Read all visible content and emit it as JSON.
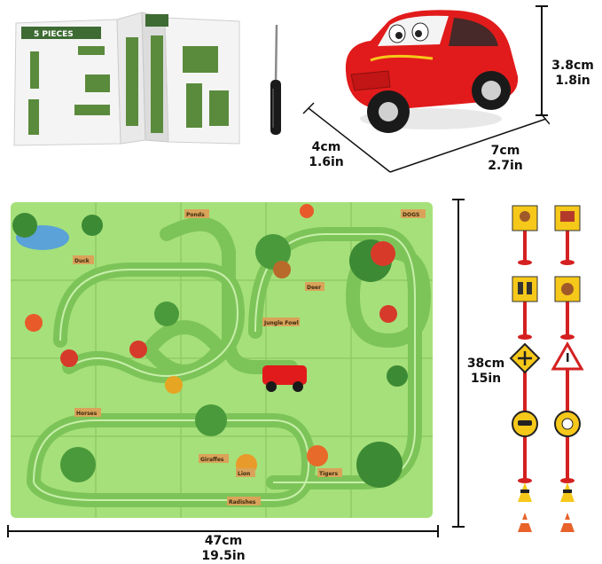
{
  "booklet": {
    "title": "5 PIECES"
  },
  "car": {
    "height": {
      "metric": "3.8cm",
      "imperial": "1.8in"
    },
    "width": {
      "metric": "4cm",
      "imperial": "1.6in"
    },
    "length": {
      "metric": "7cm",
      "imperial": "2.7in"
    }
  },
  "mat": {
    "height": {
      "metric": "38cm",
      "imperial": "15in"
    },
    "width": {
      "metric": "47cm",
      "imperial": "19.5in"
    },
    "signs": [
      "Ponds",
      "DOGS",
      "Duck",
      "Deer",
      "Jungle Fowl",
      "Horses",
      "Giraffes",
      "Lion",
      "Tigers",
      "Radishes"
    ]
  },
  "colors": {
    "mat": "#a6e07a",
    "track": "#7dc458",
    "car": "#e11b1b",
    "signpost": "#d42020",
    "signface": "#f6c81a"
  }
}
